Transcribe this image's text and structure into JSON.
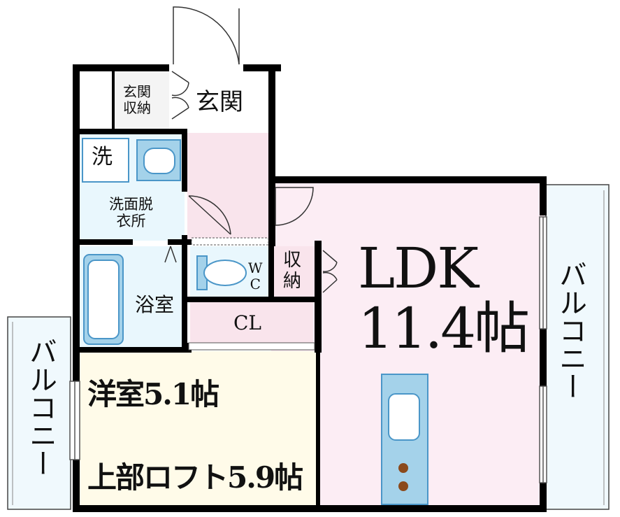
{
  "rooms": {
    "entrance": "玄関",
    "entrance_storage": "玄関\n収納",
    "washer": "洗",
    "washroom": "洗面脱\n衣所",
    "bathroom": "浴室",
    "toilet": "W\nC",
    "storage": "収\n納",
    "closet": "CL",
    "ldk_name": "LDK",
    "ldk_size": "11.4帖",
    "western_room": "洋室5.1帖",
    "loft": "上部ロフト5.9帖",
    "balcony_left": "バルコニー",
    "balcony_right": "バルコニー"
  },
  "colors": {
    "wall": "#000000",
    "ldk_fill": "#fcedf4",
    "hall_fill": "#f9e4ec",
    "wet_fill": "#e9f7fd",
    "western_fill": "#fffbe9",
    "blue": "#4a96c8",
    "kitchen_fill": "#a4d2ea",
    "stove": "#8b4a1c",
    "balcony_fill": "#f0f9fd"
  }
}
